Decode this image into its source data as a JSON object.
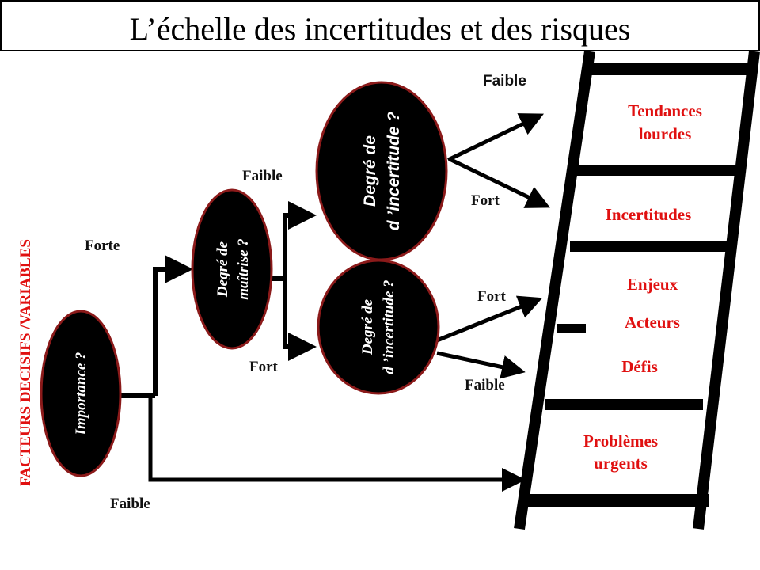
{
  "title": "L’échelle des incertitudes et des risques",
  "side_label": "FACTEURS DECISIFS /VARIABLES",
  "nodes": {
    "importance": "Importance ?",
    "maitrise": [
      "Degré de",
      "maîtrise ?"
    ],
    "incertitude_top": [
      "Degré de",
      "d ’incertitude ?"
    ],
    "incertitude_bottom": [
      "Degré de",
      "d ’incertitude ?"
    ]
  },
  "branch_labels": {
    "importance_forte": "Forte",
    "importance_faible": "Faible",
    "maitrise_faible": "Faible",
    "maitrise_fort": "Fort",
    "top_faible": "Faible",
    "top_fort": "Fort",
    "bottom_fort": "Fort",
    "bottom_faible": "Faible"
  },
  "ladder": {
    "tendances": [
      "Tendances",
      "lourdes"
    ],
    "incertitudes": "Incertitudes",
    "enjeux": "Enjeux",
    "acteurs": "Acteurs",
    "defis": "Défis",
    "problemes": [
      "Problèmes",
      "urgents"
    ]
  },
  "colors": {
    "accent": "#e01010",
    "ellipse_border": "#8b1a1a"
  }
}
